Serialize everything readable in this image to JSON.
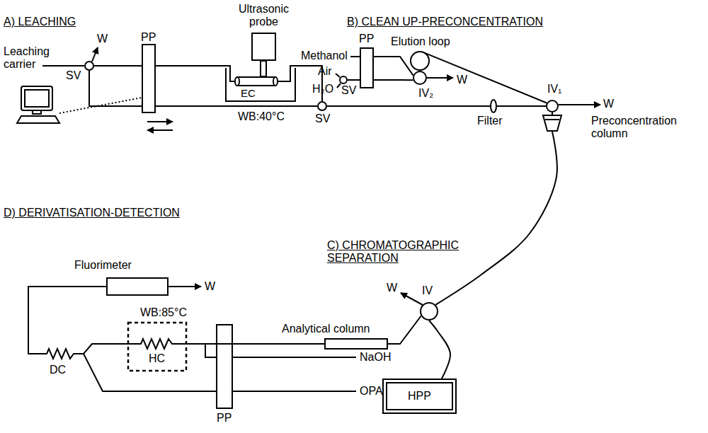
{
  "diagram": {
    "nodes": [
      {
        "text": [
          "SV"
        ]
      },
      {
        "text": [
          "PP"
        ]
      },
      {
        "text": [
          "Ultrasonic probe"
        ]
      },
      {
        "text": [
          "WB:40°C"
        ]
      },
      {
        "text": [
          "EC"
        ],
        "in": 3
      },
      {
        "text": [
          "SV"
        ]
      },
      {
        "text": [
          "SV"
        ]
      },
      {
        "text": [
          "PP"
        ]
      },
      {
        "text": [
          "IV₂"
        ]
      },
      {
        "text": [
          "Filter"
        ]
      },
      {
        "text": [
          "IV₁"
        ]
      },
      {
        "text": [
          "Preconcentration column"
        ]
      },
      {
        "text": [
          "IV"
        ]
      },
      {
        "text": [
          "HPP"
        ]
      },
      {
        "text": [
          "Analytical column"
        ]
      },
      {
        "text": [
          "Fluorimeter"
        ]
      },
      {
        "text": [
          "WB:85°C"
        ]
      },
      {
        "text": [
          "HC"
        ],
        "in": 16
      },
      {
        "text": [
          "PP"
        ]
      },
      {
        "text": [
          "DC"
        ]
      }
    ],
    "edges": [
      {
        "from": 0,
        "to": 1,
        "arrow": "none"
      },
      {
        "from": 1,
        "to": 4,
        "arrow": "none"
      },
      {
        "from": 4,
        "to": 5,
        "arrow": "none"
      },
      {
        "from": 0,
        "to": 1,
        "arrow": "none"
      },
      {
        "from": 1,
        "to": 5,
        "arrow": "none"
      },
      {
        "from": 5,
        "to": 9,
        "arrow": "none"
      },
      {
        "from": 9,
        "to": 10,
        "arrow": "none"
      },
      {
        "from": 6,
        "to": 7,
        "arrow": "none"
      },
      {
        "from": 7,
        "to": 8,
        "arrow": "none"
      },
      {
        "from": 7,
        "to": 8,
        "arrow": "none"
      },
      {
        "from": 8,
        "to": 10,
        "arrow": "none"
      },
      {
        "from": 10,
        "to": 11,
        "arrow": "none"
      },
      {
        "from": 11,
        "to": 12,
        "arrow": "none"
      },
      {
        "from": 13,
        "to": 12,
        "arrow": "none"
      },
      {
        "from": 12,
        "to": 14,
        "arrow": "none"
      },
      {
        "from": 14,
        "to": 17,
        "arrow": "none"
      },
      {
        "from": 18,
        "to": 17,
        "arrow": "none"
      },
      {
        "from": 17,
        "to": 19,
        "arrow": "none"
      },
      {
        "from": 18,
        "to": 19,
        "arrow": "none"
      },
      {
        "from": 19,
        "to": 15,
        "arrow": "none"
      }
    ],
    "labels": [
      "A) LEACHING",
      "Leaching carrier",
      "W",
      "B) CLEAN UP-PRECONCENTRATION",
      "Methanol",
      "Air",
      "H₂O",
      "Elution loop",
      "W",
      "W",
      "C) CHROMATOGRAPHIC SEPARATION",
      "W",
      "D) DERIVATISATION-DETECTION",
      "W",
      "NaOH",
      "OPA"
    ]
  }
}
